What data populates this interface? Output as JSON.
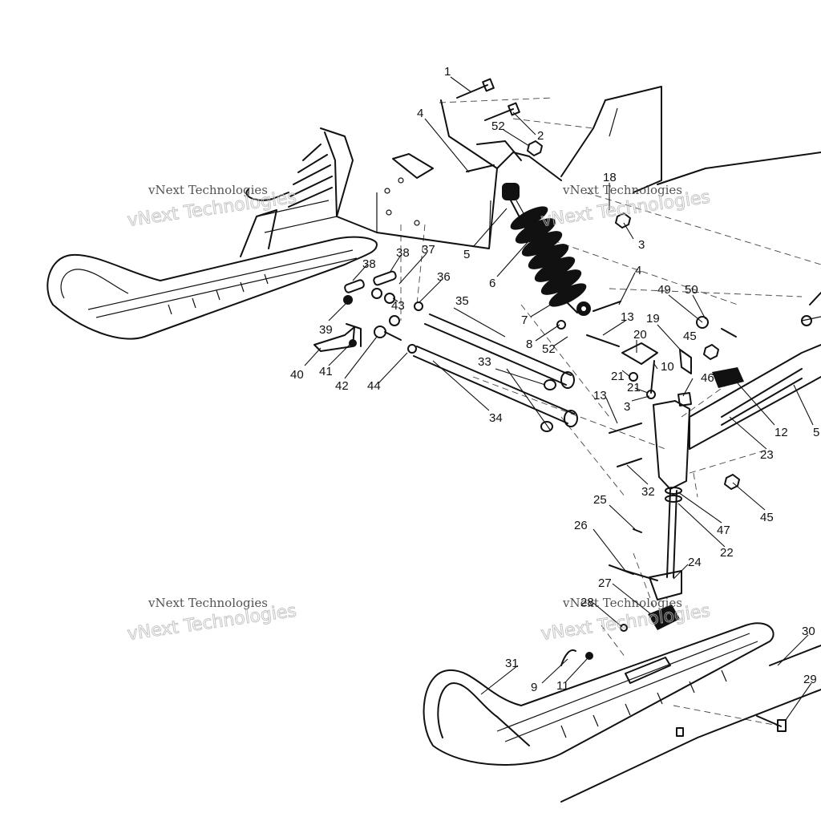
{
  "watermark": {
    "line1": "vNext Technologies",
    "line2": "vNext Technologies"
  },
  "callouts": [
    {
      "id": "c1",
      "text": "1"
    },
    {
      "id": "c4a",
      "text": "4"
    },
    {
      "id": "c52a",
      "text": "52"
    },
    {
      "id": "c2",
      "text": "2"
    },
    {
      "id": "c18",
      "text": "18"
    },
    {
      "id": "c3a",
      "text": "3"
    },
    {
      "id": "c5a",
      "text": "5"
    },
    {
      "id": "c6",
      "text": "6"
    },
    {
      "id": "c4b",
      "text": "4"
    },
    {
      "id": "c7",
      "text": "7"
    },
    {
      "id": "c49",
      "text": "49"
    },
    {
      "id": "c50",
      "text": "50"
    },
    {
      "id": "c45a",
      "text": "45"
    },
    {
      "id": "c13a",
      "text": "13"
    },
    {
      "id": "c19",
      "text": "19"
    },
    {
      "id": "c8",
      "text": "8"
    },
    {
      "id": "c52b",
      "text": "52"
    },
    {
      "id": "c20",
      "text": "20"
    },
    {
      "id": "c10",
      "text": "10"
    },
    {
      "id": "c21a",
      "text": "21"
    },
    {
      "id": "c21b",
      "text": "21"
    },
    {
      "id": "c46",
      "text": "46"
    },
    {
      "id": "c13b",
      "text": "13"
    },
    {
      "id": "c3b",
      "text": "3"
    },
    {
      "id": "c12",
      "text": "12"
    },
    {
      "id": "c5b",
      "text": "5"
    },
    {
      "id": "c23",
      "text": "23"
    },
    {
      "id": "c38a",
      "text": "38"
    },
    {
      "id": "c38b",
      "text": "38"
    },
    {
      "id": "c37",
      "text": "37"
    },
    {
      "id": "c36",
      "text": "36"
    },
    {
      "id": "c35",
      "text": "35"
    },
    {
      "id": "c43",
      "text": "43"
    },
    {
      "id": "c39",
      "text": "39"
    },
    {
      "id": "c40",
      "text": "40"
    },
    {
      "id": "c41",
      "text": "41"
    },
    {
      "id": "c42",
      "text": "42"
    },
    {
      "id": "c44",
      "text": "44"
    },
    {
      "id": "c33",
      "text": "33"
    },
    {
      "id": "c34",
      "text": "34"
    },
    {
      "id": "c32",
      "text": "32"
    },
    {
      "id": "c45b",
      "text": "45"
    },
    {
      "id": "c47",
      "text": "47"
    },
    {
      "id": "c22",
      "text": "22"
    },
    {
      "id": "c25",
      "text": "25"
    },
    {
      "id": "c26",
      "text": "26"
    },
    {
      "id": "c24",
      "text": "24"
    },
    {
      "id": "c27",
      "text": "27"
    },
    {
      "id": "c28",
      "text": "28"
    },
    {
      "id": "c30",
      "text": "30"
    },
    {
      "id": "c29",
      "text": "29"
    },
    {
      "id": "c31",
      "text": "31"
    },
    {
      "id": "c9",
      "text": "9"
    },
    {
      "id": "c11",
      "text": "11"
    }
  ]
}
